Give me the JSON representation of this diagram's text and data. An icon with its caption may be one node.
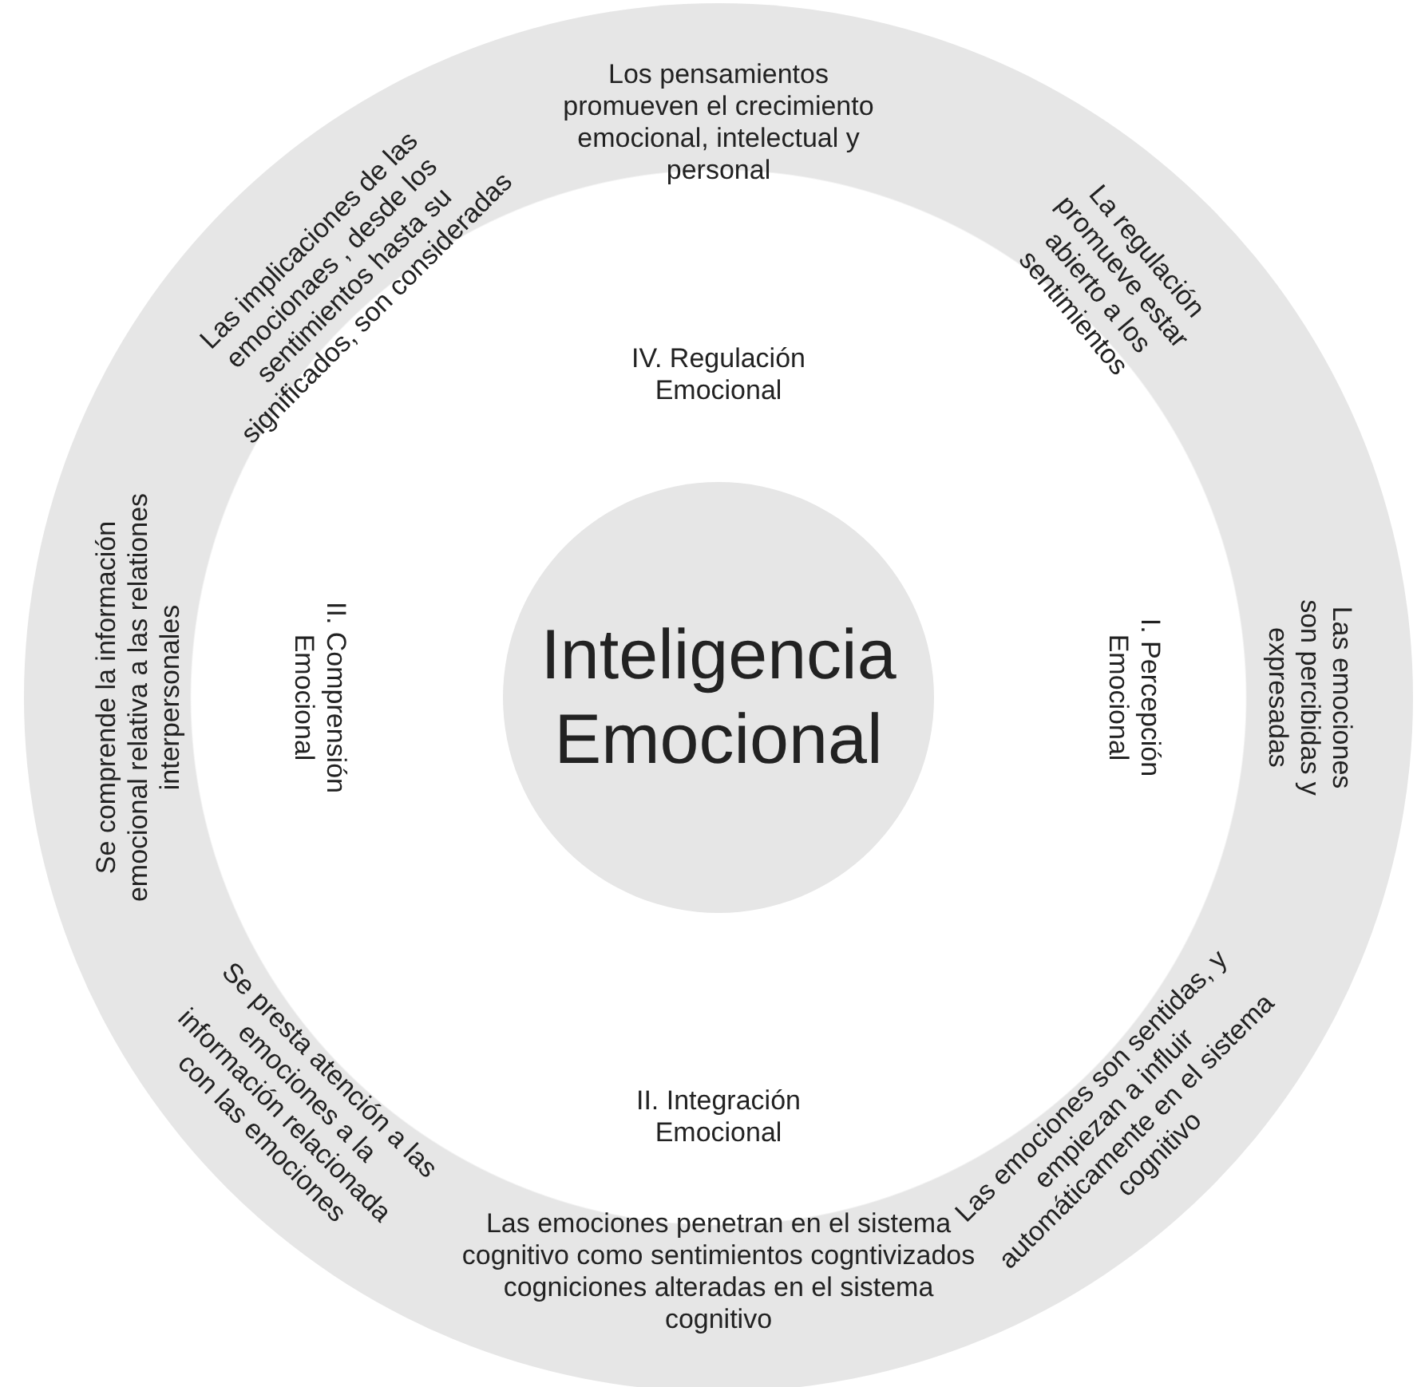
{
  "diagram": {
    "nodes": [
      {
        "text": [
          "Los pensamientos promueven el crecimiento emocional, intelectual y personal",
          "La regulación promueve estar abierto a los sentimientos",
          "Las emociones son percibidas y expresadas",
          "Las emociones son sentidas, y empiezan a influir automáticamente en el sistema cognitivo",
          "Las emociones penetran en el sistema cognitivo como sentimientos cogntivizados cogniciones alteradas en el sistema cognitivo",
          "Se presta atención a las emociones a la información relacionada con las emociones",
          "Se comprende la información emocional relativa a las relationes interpersonales",
          "Las implicaciones de las emocionaes , desde los sentimientos hasta su significados, son consideradas"
        ]
      },
      {
        "text": [
          "Inteligencia Emocional"
        ],
        "in": 0
      }
    ],
    "edges": [],
    "labels": [
      "IV. Regulación Emocional",
      "I. Percepción Emocional",
      "II. Integración Emocional",
      "II. Comprensión Emocional"
    ]
  }
}
